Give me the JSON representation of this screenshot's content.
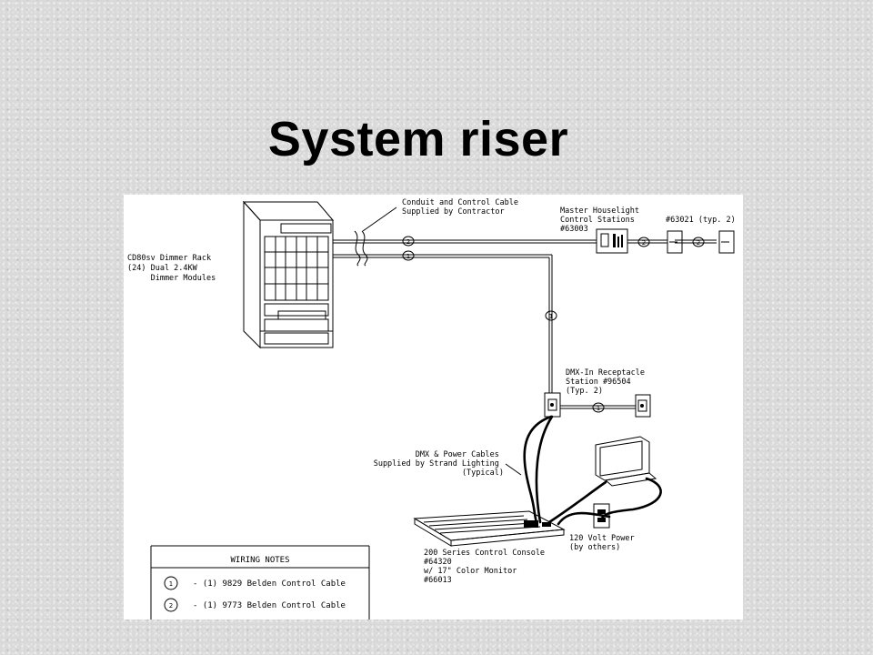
{
  "slide": {
    "title": "System riser"
  },
  "diagram": {
    "labels": {
      "dimmer_rack": [
        "CD80sv Dimmer Rack",
        "(24) Dual 2.4KW",
        "     Dimmer Modules"
      ],
      "conduit": [
        "Conduit and Control Cable",
        "Supplied by Contractor"
      ],
      "master_stations": [
        "Master Houselight",
        "Control Stations",
        "#63003"
      ],
      "station_ref": "#63021 (typ. 2)",
      "dmx_receptacle": [
        "DMX-In Receptacle",
        "Station #96504",
        "(Typ. 2)"
      ],
      "dmx_power_cables": [
        "DMX & Power Cables",
        "Supplied by Strand Lighting",
        "(Typical)"
      ],
      "console": [
        "200 Series Control Console",
        "#64320",
        "w/ 17\" Color Monitor",
        "#66013"
      ],
      "power": [
        "120 Volt Power",
        "(by others)"
      ]
    },
    "cable_tags": {
      "one": "1",
      "two": "2"
    },
    "wiring_notes": {
      "title": "WIRING NOTES",
      "rows": [
        {
          "tag": "1",
          "text": "- (1) 9829 Belden Control Cable"
        },
        {
          "tag": "2",
          "text": "- (1) 9773 Belden Control Cable"
        }
      ]
    }
  }
}
